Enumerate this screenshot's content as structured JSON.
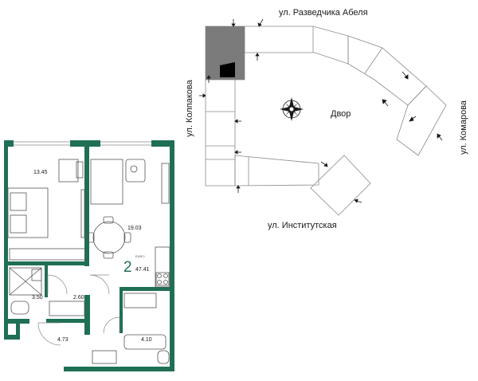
{
  "colors": {
    "wall": "#1f6f56",
    "line": "#8a8a8a",
    "furniture": "#555555",
    "highlight": "#7b7b7b",
    "black": "#000000"
  },
  "floor_plan": {
    "rooms": {
      "bedroom_area": "13.45",
      "living_area": "19.03",
      "bathroom_area": "3.50",
      "hall_small_area": "2.60",
      "hall_area": "4.73",
      "second_bath_area": "4.10"
    },
    "summary": {
      "rooms_count": "2",
      "small_label": "EURO",
      "total_area": "47.41"
    }
  },
  "site_plan": {
    "streets": {
      "north": "ул. Разведчика Абеля",
      "west": "ул. Колпакова",
      "east": "ул. Комарова",
      "south": "ул. Институтская"
    },
    "yard_label": "Двор",
    "icons": {
      "compass": "compass-rose-icon",
      "entrance": "entrance-arrow-icon"
    }
  }
}
